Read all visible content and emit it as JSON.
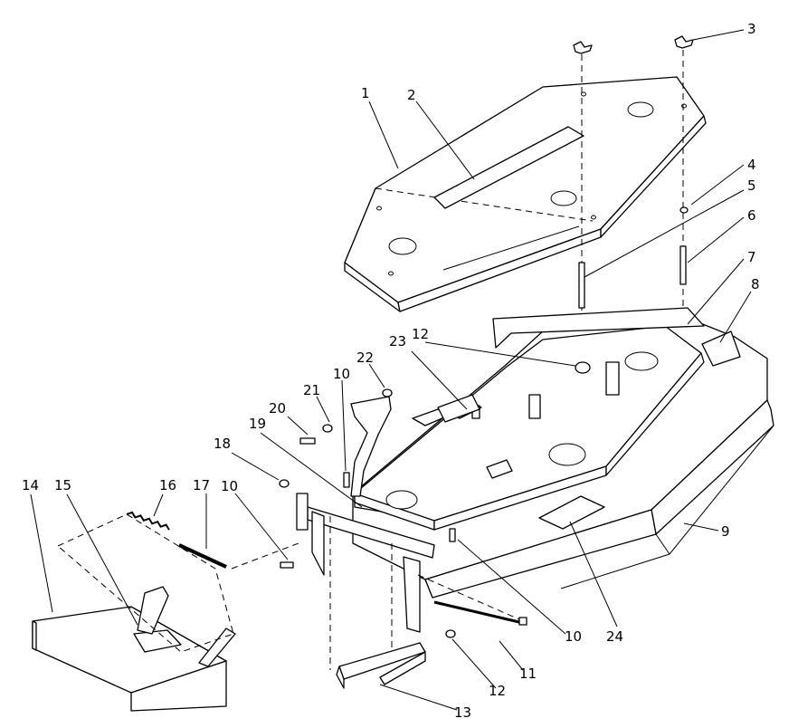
{
  "callouts": [
    "1",
    "2",
    "3",
    "4",
    "5",
    "6",
    "7",
    "8",
    "9",
    "10",
    "10",
    "10",
    "10",
    "11",
    "12",
    "12",
    "12",
    "13",
    "14",
    "15",
    "16",
    "17",
    "18",
    "19",
    "20",
    "21",
    "22",
    "23",
    "24"
  ]
}
